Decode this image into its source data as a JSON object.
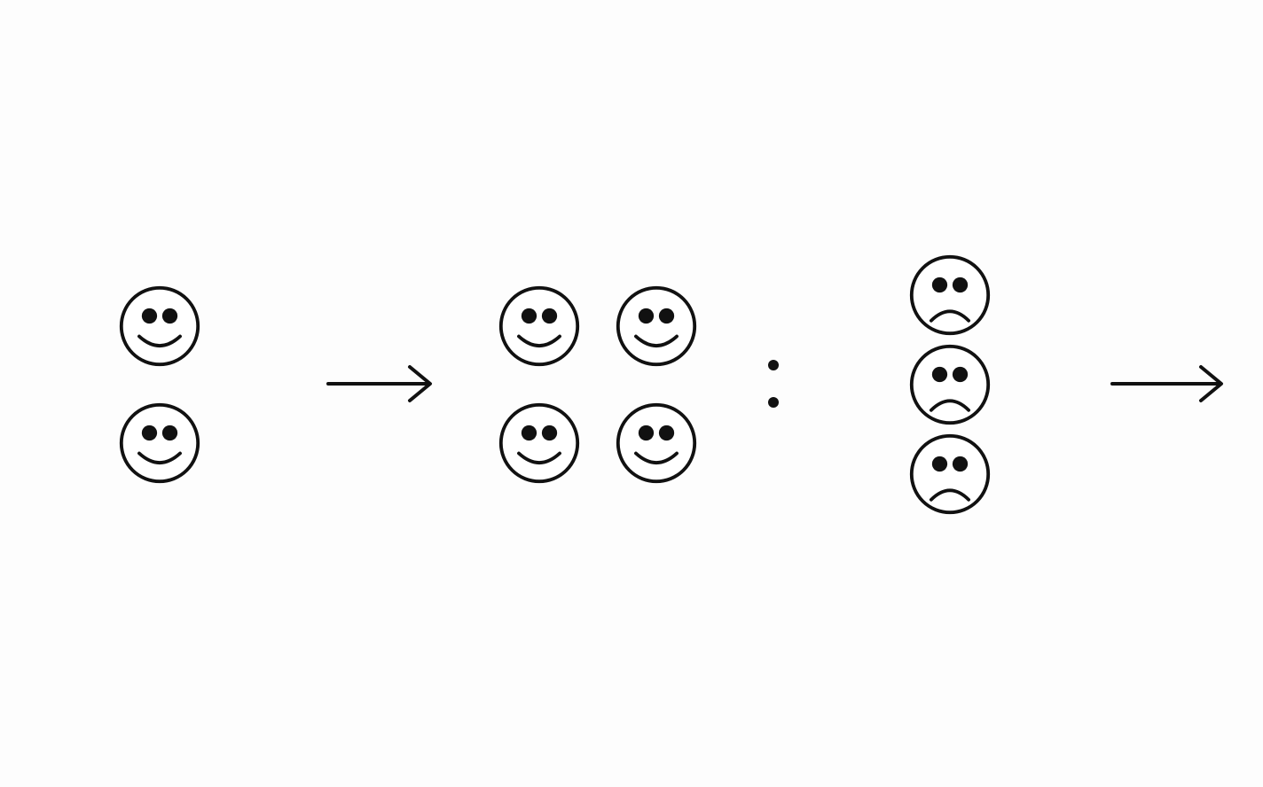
{
  "colors": {
    "background": "#fdfdfd",
    "stroke": "#111111"
  },
  "groups": [
    {
      "name": "start",
      "face": "smiley-icon",
      "count": 2
    },
    {
      "name": "doubled",
      "face": "smiley-icon",
      "count": 4
    },
    {
      "name": "ratio-right",
      "face": "frowny-icon",
      "count": 3
    }
  ],
  "connectors": [
    {
      "name": "arrow-1",
      "symbol": "arrow-right-icon"
    },
    {
      "name": "ratio",
      "symbol": "colon-icon"
    },
    {
      "name": "arrow-2",
      "symbol": "arrow-right-icon"
    }
  ]
}
